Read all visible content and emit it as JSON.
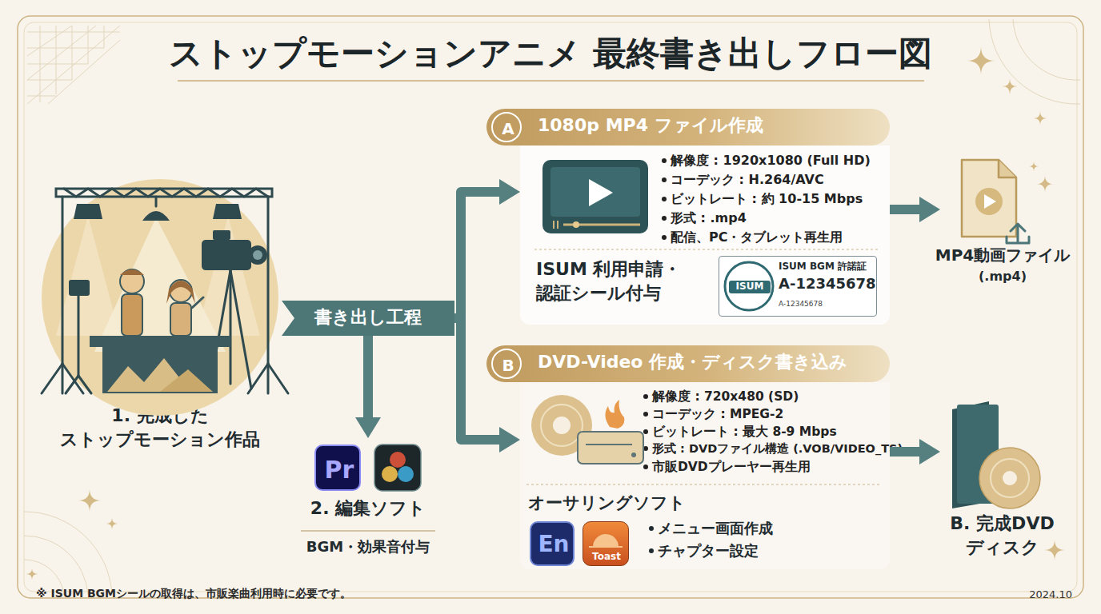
{
  "diagram": {
    "title": "ストップモーションアニメ 最終書き出しフロー図",
    "nodes": [
      {
        "text": [
          "1. 完成した ストップモーション作品"
        ]
      },
      {
        "text": [
          "書き出し工程"
        ]
      },
      {
        "text": [
          "2. 編集ソフト",
          "BGM・効果音付与"
        ]
      },
      {
        "text": [
          "Pr"
        ],
        "in": 2
      },
      {
        "text": [
          "1080p MP4 ファイル作成"
        ]
      },
      {
        "text": [
          "A"
        ],
        "in": 4
      },
      {
        "text": [
          "解像度 : 1920x1080 (Full HD)",
          "コーデック : H.264/AVC",
          "ビットレート : 約 10-15 Mbps",
          "形式 : .mp4",
          "配信、PC・タブレット再生用",
          "ISUM 利用申請・認証シール付与"
        ]
      },
      {
        "text": [
          "ISUM",
          "ISUM BGM 許諾証",
          "A-12345678",
          "A-12345678"
        ],
        "in": 6
      },
      {
        "text": [
          "MP4動画ファイル",
          "(.mp4)"
        ]
      },
      {
        "text": [
          "DVD-Video 作成・ディスク書き込み"
        ]
      },
      {
        "text": [
          "B"
        ],
        "in": 9
      },
      {
        "text": [
          "解像度 : 720x480 (SD)",
          "コーデック : MPEG-2",
          "ビットレート : 最大 8-9 Mbps",
          "形式 : DVDファイル構造 (.VOB/VIDEO_TS)",
          "市販DVDプレーヤー再生用",
          "オーサリングソフト",
          "メニュー画面作成",
          "チャプター設定"
        ]
      },
      {
        "text": [
          "En"
        ],
        "in": 11
      },
      {
        "text": [
          "Toast"
        ],
        "in": 11
      },
      {
        "text": [
          "B. 完成DVD ディスク"
        ]
      }
    ],
    "edges": [
      {
        "from": 1,
        "to": 2,
        "arrow": "to"
      },
      {
        "from": 1,
        "to": 6,
        "arrow": "to"
      },
      {
        "from": 1,
        "to": 11,
        "arrow": "to"
      },
      {
        "from": 6,
        "to": 8,
        "arrow": "to"
      },
      {
        "from": 11,
        "to": 14,
        "arrow": "to"
      }
    ],
    "labels": [
      "※ ISUM BGMシールの取得は、市販楽曲利用時に必要です。",
      "2024.10"
    ]
  }
}
